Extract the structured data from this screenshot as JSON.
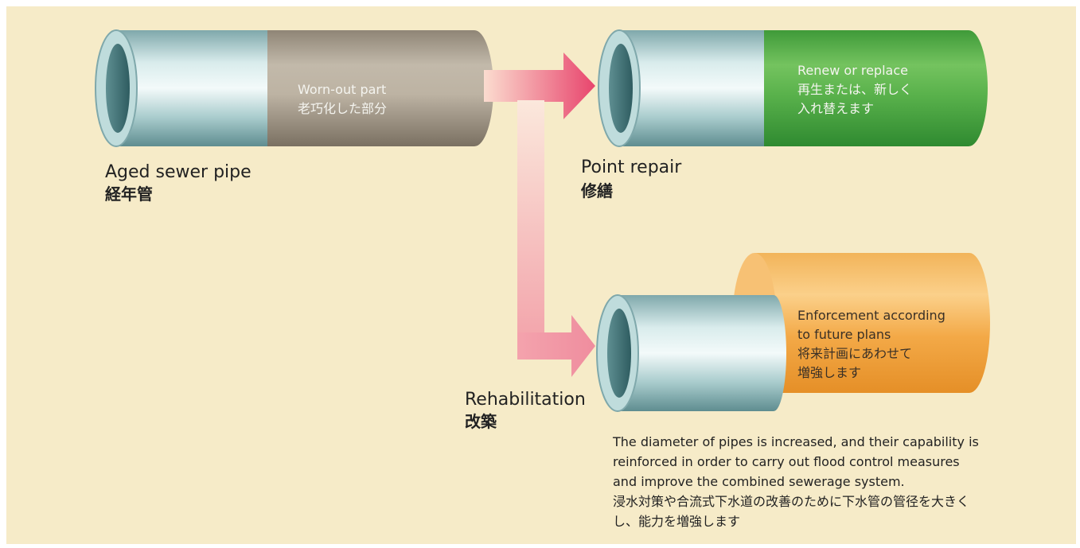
{
  "aged": {
    "title_en": "Aged sewer pipe",
    "title_ja": "経年管",
    "worn_en": "Worn-out part",
    "worn_ja": "老巧化した部分"
  },
  "point_repair": {
    "title_en": "Point repair",
    "title_ja": "修繕",
    "pipe_line1": "Renew or replace",
    "pipe_line2": "再生または、新しく",
    "pipe_line3": "入れ替えます"
  },
  "rehab": {
    "title_en": "Rehabilitation",
    "title_ja": "改築",
    "pipe_line1": "Enforcement according",
    "pipe_line2": "to future plans",
    "pipe_line3": "将来計画にあわせて",
    "pipe_line4": "増強します"
  },
  "note": {
    "line1": "The diameter of pipes is increased, and their capability is",
    "line2": "reinforced in order to carry out flood control measures",
    "line3": "and improve the combined sewerage system.",
    "line4": "浸水対策や合流式下水道の改善のために下水管の管径を大きく",
    "line5": "し、能力を増強します"
  },
  "colors": {
    "background": "#f6ebc8",
    "pipe_steel": "#9fc4c6",
    "worn_part": "#a69c8c",
    "renewed_part": "#4aa842",
    "enlarged_pipe": "#f0a640",
    "arrow": "#ea5a76"
  }
}
